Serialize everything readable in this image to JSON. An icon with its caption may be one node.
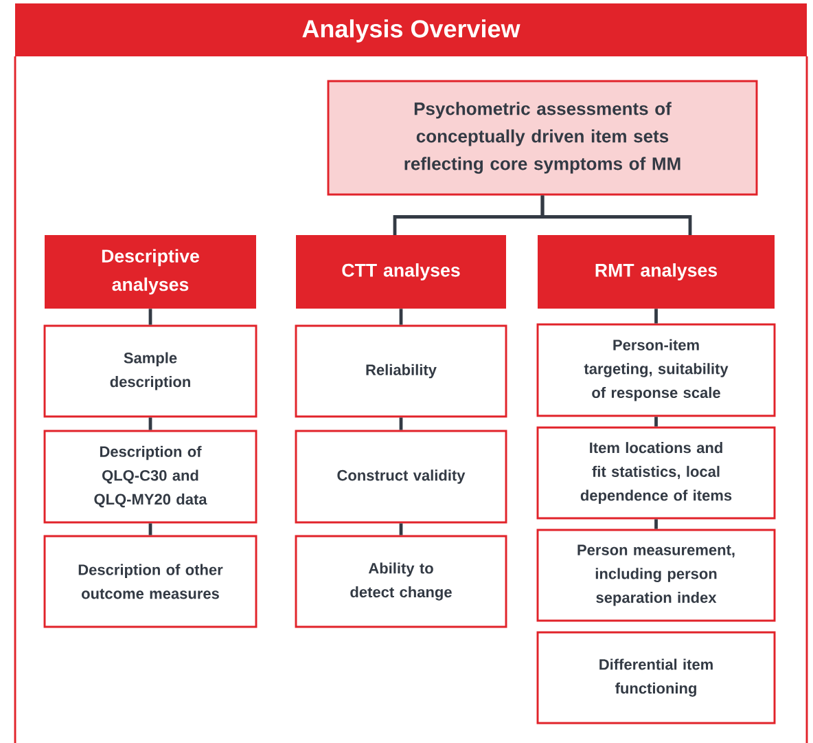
{
  "diagram": {
    "title": "Analysis Overview",
    "nodes": [
      {
        "text": [
          "Psychometric assessments of conceptually driven item sets reflecting core symptoms of MM"
        ]
      },
      {
        "text": [
          "Descriptive analyses"
        ]
      },
      {
        "text": [
          "CTT analyses"
        ]
      },
      {
        "text": [
          "RMT analyses"
        ]
      },
      {
        "text": [
          "Sample description"
        ]
      },
      {
        "text": [
          "Description of QLQ-C30 and QLQ-MY20 data"
        ]
      },
      {
        "text": [
          "Description of other outcome measures"
        ]
      },
      {
        "text": [
          "Reliability"
        ]
      },
      {
        "text": [
          "Construct validity"
        ]
      },
      {
        "text": [
          "Ability to detect change"
        ]
      },
      {
        "text": [
          "Person-item targeting, suitability of response scale"
        ]
      },
      {
        "text": [
          "Item locations and fit statistics, local dependence of items"
        ]
      },
      {
        "text": [
          "Person measurement, including person separation index"
        ]
      },
      {
        "text": [
          "Differential item functioning"
        ]
      }
    ],
    "edges": [
      {
        "from": 0,
        "to": 2,
        "arrow": "none"
      },
      {
        "from": 0,
        "to": 3,
        "arrow": "none"
      },
      {
        "from": 1,
        "to": 4,
        "arrow": "none"
      },
      {
        "from": 4,
        "to": 5,
        "arrow": "none"
      },
      {
        "from": 5,
        "to": 6,
        "arrow": "none"
      },
      {
        "from": 2,
        "to": 7,
        "arrow": "none"
      },
      {
        "from": 7,
        "to": 8,
        "arrow": "none"
      },
      {
        "from": 8,
        "to": 9,
        "arrow": "none"
      },
      {
        "from": 3,
        "to": 10,
        "arrow": "none"
      },
      {
        "from": 10,
        "to": 11,
        "arrow": "none"
      },
      {
        "from": 11,
        "to": 12,
        "arrow": "none"
      }
    ]
  }
}
